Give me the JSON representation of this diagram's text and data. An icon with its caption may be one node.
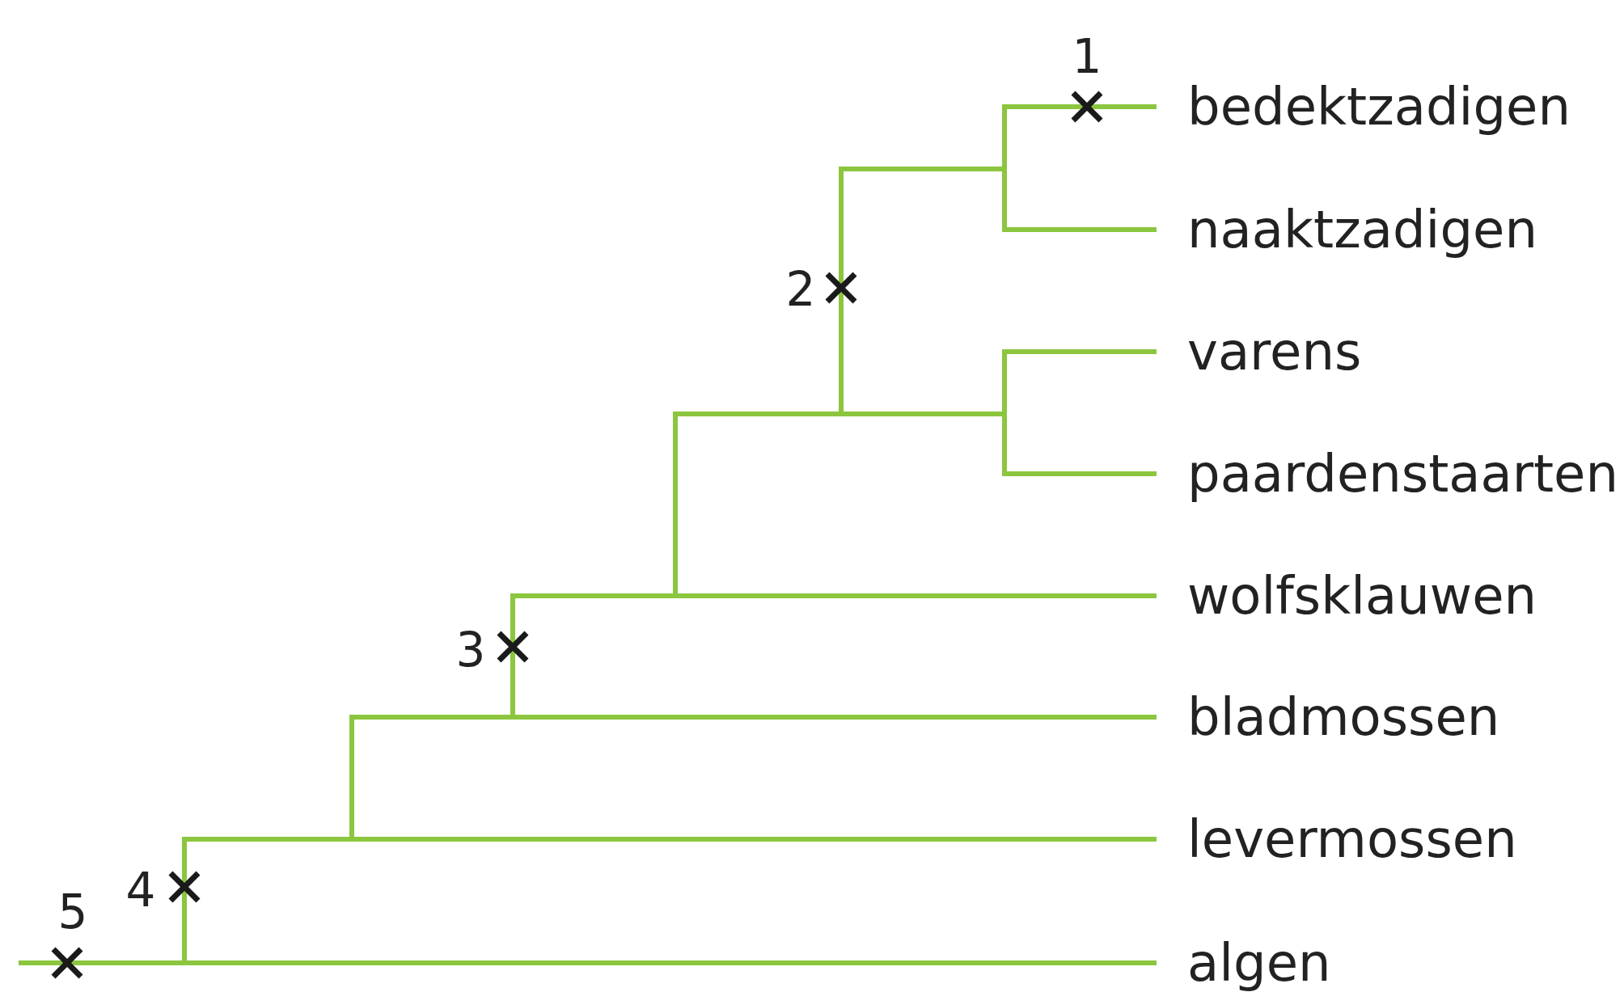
{
  "diagram": {
    "nodes": [
      {
        "text": [
          "bedektzadigen"
        ]
      },
      {
        "text": [
          "naaktzadigen"
        ]
      },
      {
        "text": [
          "varens"
        ]
      },
      {
        "text": [
          "paardenstaarten"
        ]
      },
      {
        "text": [
          "wolfsklauwen"
        ]
      },
      {
        "text": [
          "bladmossen"
        ]
      },
      {
        "text": [
          "levermossen"
        ]
      },
      {
        "text": [
          "algen"
        ]
      }
    ],
    "labels": [
      "1",
      "2",
      "3",
      "4",
      "5"
    ]
  }
}
